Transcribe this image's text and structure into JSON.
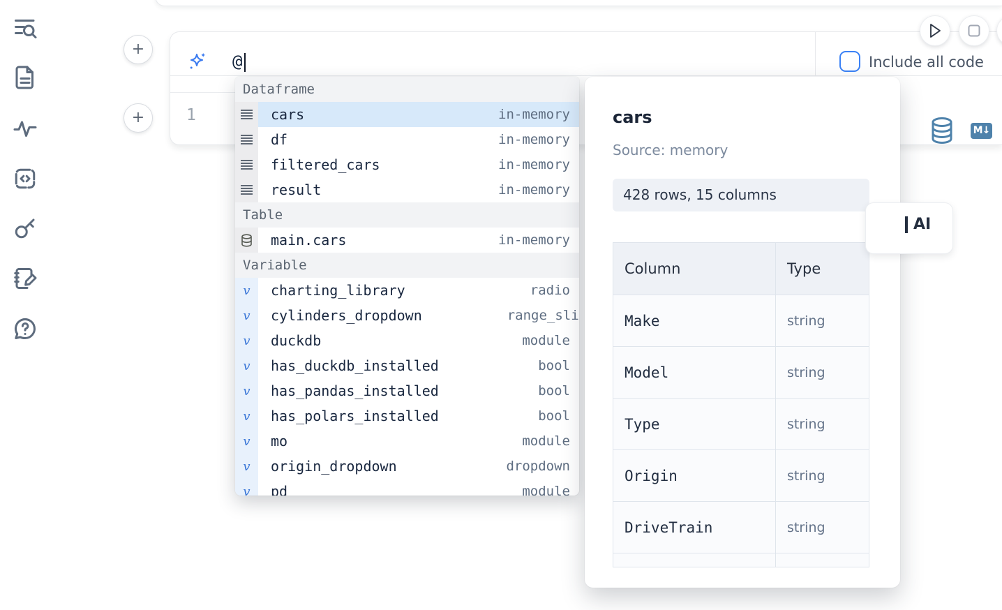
{
  "page": {
    "background": "#ffffff"
  },
  "sidebar": {
    "icons": [
      {
        "name": "list-search-icon"
      },
      {
        "name": "document-icon"
      },
      {
        "name": "activity-icon"
      },
      {
        "name": "code-snippet-icon"
      },
      {
        "name": "key-icon"
      },
      {
        "name": "notebook-edit-icon"
      },
      {
        "name": "help-chat-icon"
      }
    ]
  },
  "toolbar": {
    "run_icon": "play-icon",
    "stop_icon": "stop-icon",
    "extra_icon": "partial-circle-button",
    "include_all_code_label": "Include all code",
    "include_all_code_checked": false
  },
  "add_cell_buttons": {
    "top_label": "+",
    "bottom_label": "+"
  },
  "ai_prompt": {
    "icon": "ai-sparkle-icon",
    "value": "@"
  },
  "editor": {
    "line_number": "1",
    "sql_icon": "database-icon",
    "markdown_badge": "M↓"
  },
  "autocomplete": {
    "sections": [
      {
        "label": "Dataframe",
        "icon": "dataframe-rows-icon",
        "items": [
          {
            "name": "cars",
            "type": "in-memory",
            "selected": true
          },
          {
            "name": "df",
            "type": "in-memory"
          },
          {
            "name": "filtered_cars",
            "type": "in-memory"
          },
          {
            "name": "result",
            "type": "in-memory"
          }
        ]
      },
      {
        "label": "Table",
        "icon": "table-database-icon",
        "items": [
          {
            "name": "main.cars",
            "type": "in-memory"
          }
        ]
      },
      {
        "label": "Variable",
        "icon": "variable-v-icon",
        "items": [
          {
            "name": "charting_library",
            "type": "radio"
          },
          {
            "name": "cylinders_dropdown",
            "type": "range_slider",
            "clipped": true
          },
          {
            "name": "duckdb",
            "type": "module"
          },
          {
            "name": "has_duckdb_installed",
            "type": "bool"
          },
          {
            "name": "has_pandas_installed",
            "type": "bool"
          },
          {
            "name": "has_polars_installed",
            "type": "bool"
          },
          {
            "name": "mo",
            "type": "module"
          },
          {
            "name": "origin_dropdown",
            "type": "dropdown"
          },
          {
            "name": "pd",
            "type": "module",
            "partial": true
          }
        ]
      }
    ]
  },
  "preview_panel": {
    "title": "cars",
    "source": "Source: memory",
    "shape_badge": "428 rows, 15 columns",
    "table": {
      "headers": [
        "Column",
        "Type"
      ],
      "rows": [
        [
          "Make",
          "string"
        ],
        [
          "Model",
          "string"
        ],
        [
          "Type",
          "string"
        ],
        [
          "Origin",
          "string"
        ],
        [
          "DriveTrain",
          "string"
        ]
      ],
      "partial_row": true
    }
  },
  "ai_button": {
    "visible_label": "AI"
  },
  "colors": {
    "accent_blue": "#3b82f6",
    "selection_blue": "#d7e9fa",
    "steel_blue": "#4e82ab",
    "icon_slate": "#5d6b7d",
    "text_dark": "#19273f",
    "text_gray": "#5f6e82",
    "border": "#e7e9ec"
  }
}
